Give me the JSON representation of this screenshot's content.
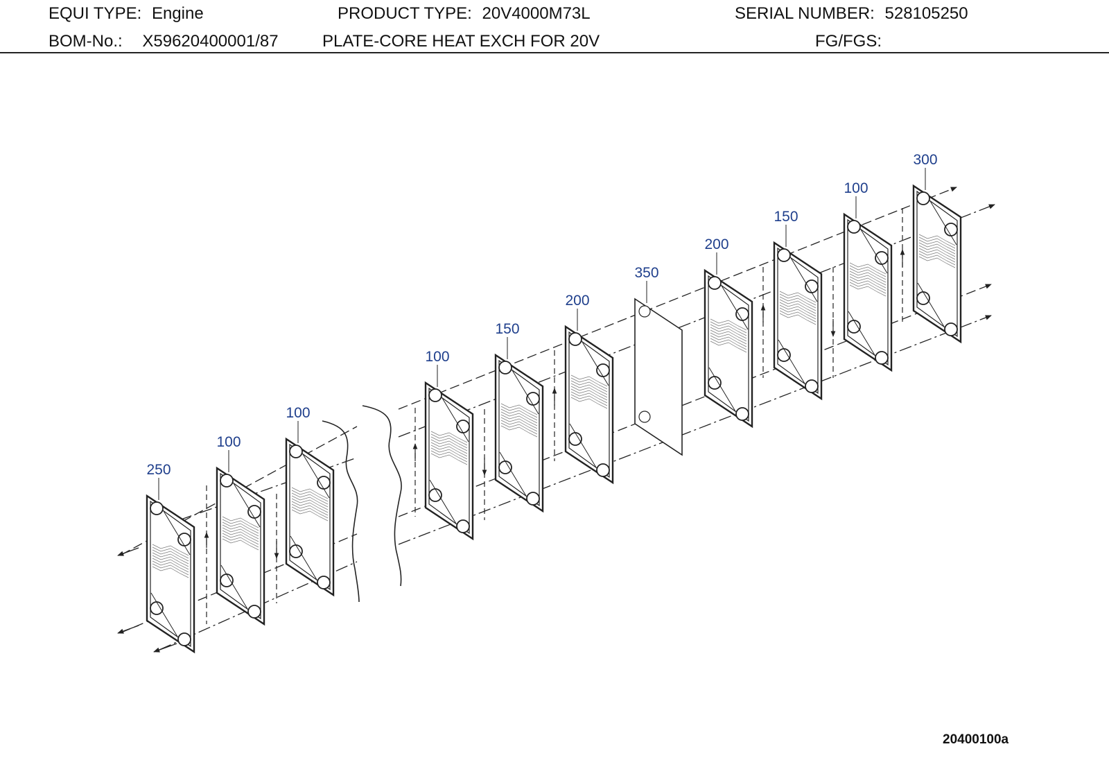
{
  "header": {
    "equi_type_label": "EQUI TYPE:",
    "equi_type_value": "Engine",
    "product_type_label": "PRODUCT TYPE:",
    "product_type_value": "20V4000M73L",
    "serial_number_label": "SERIAL NUMBER:",
    "serial_number_value": "528105250",
    "bom_label": "BOM-No.:",
    "bom_value": "X59620400001/87",
    "description": "PLATE-CORE HEAT EXCH FOR 20V",
    "fg_fgs_label": "FG/FGS:"
  },
  "diagram": {
    "plates": [
      {
        "label": "250",
        "kind": "end-plate"
      },
      {
        "label": "100",
        "kind": "plate"
      },
      {
        "label": "100",
        "kind": "plate"
      },
      {
        "label": "100",
        "kind": "plate"
      },
      {
        "label": "150",
        "kind": "plate"
      },
      {
        "label": "200",
        "kind": "plate"
      },
      {
        "label": "350",
        "kind": "gasket"
      },
      {
        "label": "200",
        "kind": "plate"
      },
      {
        "label": "150",
        "kind": "plate"
      },
      {
        "label": "100",
        "kind": "plate"
      },
      {
        "label": "300",
        "kind": "end-plate"
      }
    ],
    "label_color": "#1f3f8c",
    "line_color": "#222222"
  },
  "drawing_id": "20400100a"
}
